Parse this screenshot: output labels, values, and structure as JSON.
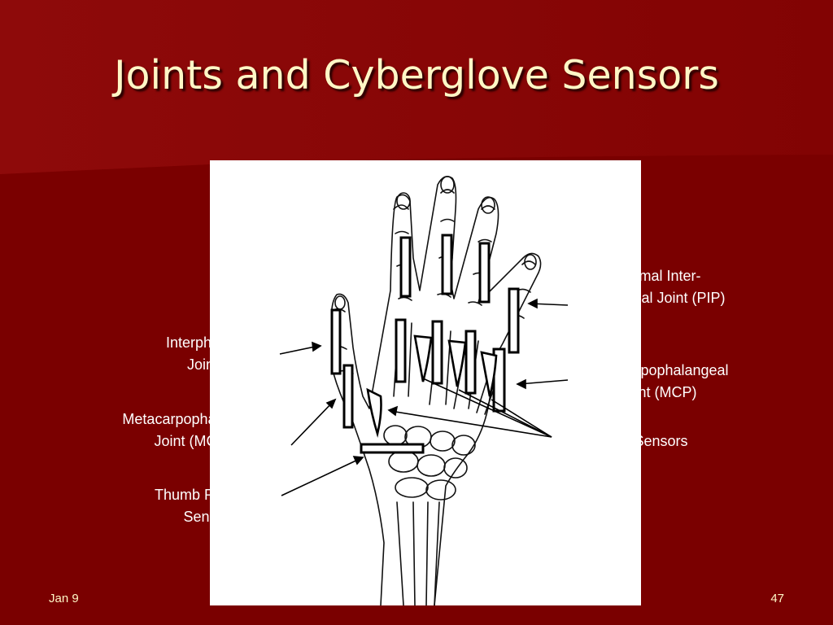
{
  "slide": {
    "title": "Joints and Cyberglove Sensors",
    "footer_left": "Jan 9",
    "page_number": "47"
  },
  "labels": {
    "pip_1": "Proximal Inter-",
    "pip_2": "phalangeal Joint (PIP)",
    "ip_1": "Interphalangeal",
    "ip_2": "Joint (IP)",
    "mcp_right_1": "Metacarpophalangeal",
    "mcp_right_2": "Joint (MCP)",
    "mcp_left_1": "Metacarpophalangeal",
    "mcp_left_2": "Joint (MCP)",
    "abduction": "Abduction Sensors",
    "thumb_1": "Thumb Rotation",
    "thumb_2": "Sensor"
  },
  "colors": {
    "background": "#7a0000",
    "title": "#fff7c6",
    "label": "#ffffff",
    "figure_bg": "#ffffff",
    "ink": "#111111"
  }
}
